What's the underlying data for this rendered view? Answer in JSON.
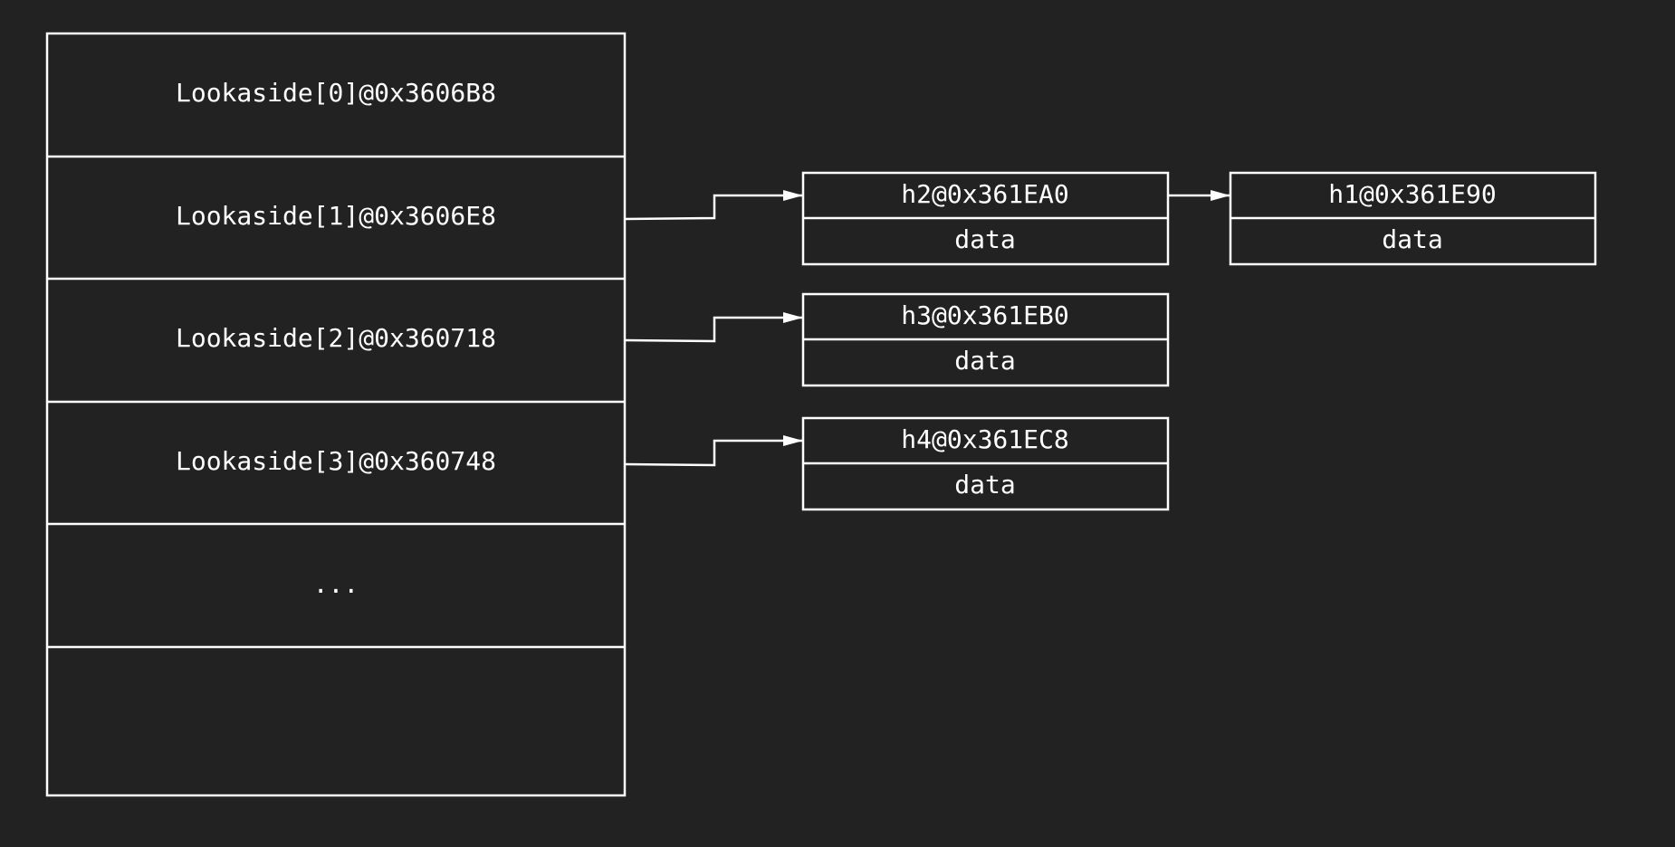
{
  "lookaside": {
    "slots": [
      {
        "label": "Lookaside[0]@0x3606B8"
      },
      {
        "label": "Lookaside[1]@0x3606E8"
      },
      {
        "label": "Lookaside[2]@0x360718"
      },
      {
        "label": "Lookaside[3]@0x360748"
      },
      {
        "label": "..."
      },
      {
        "label": ""
      }
    ]
  },
  "chunks": {
    "h2": {
      "header": "h2@0x361EA0",
      "body": "data"
    },
    "h1": {
      "header": "h1@0x361E90",
      "body": "data"
    },
    "h3": {
      "header": "h3@0x361EB0",
      "body": "data"
    },
    "h4": {
      "header": "h4@0x361EC8",
      "body": "data"
    }
  },
  "colors": {
    "background": "#222222",
    "stroke": "#ffffff",
    "text": "#ffffff"
  }
}
